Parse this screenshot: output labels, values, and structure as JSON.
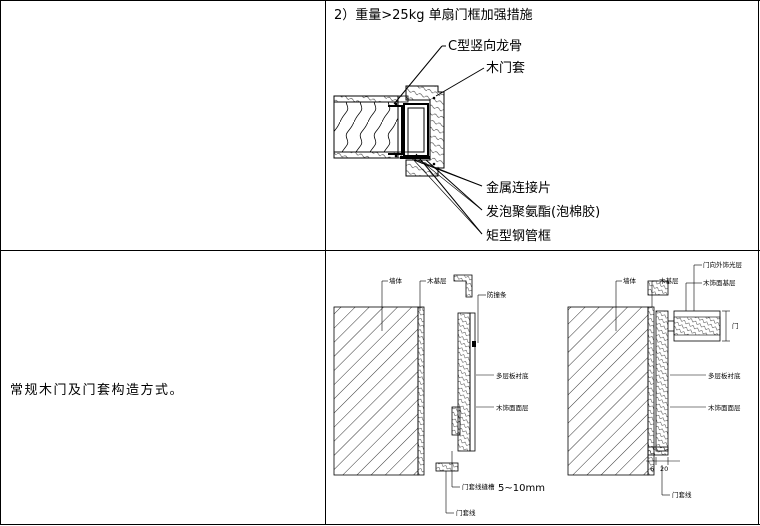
{
  "top_row": {
    "heading": "2）重量>25kg 单扇门框加强措施",
    "labels": {
      "c_stud": "C型竖向龙骨",
      "wood_casing": "木门套",
      "metal_plate": "金属连接片",
      "foam": "发泡聚氨酯(泡棉胶)",
      "steel_frame": "矩型钢管框"
    }
  },
  "bottom_row": {
    "description": "常规木门及门套构造方式。",
    "left_diagram": {
      "wall": "墙体",
      "base_layer": "木基层",
      "stop_strip": "防撞条",
      "plywood": "多层板衬底",
      "veneer": "木饰面面层",
      "casing_gap": "门套线缝槽",
      "gap_dim": "5~10mm",
      "casing_line": "门套线"
    },
    "right_diagram": {
      "wall": "墙体",
      "base_layer": "木基层",
      "door_leaf_finish": "门向外饰光层",
      "veneer_base": "木饰面基层",
      "plywood": "多层板衬底",
      "veneer": "木饰面面层",
      "casing_line": "门套线",
      "dim_a": "6",
      "dim_b": "20",
      "dim_c": "门"
    }
  }
}
